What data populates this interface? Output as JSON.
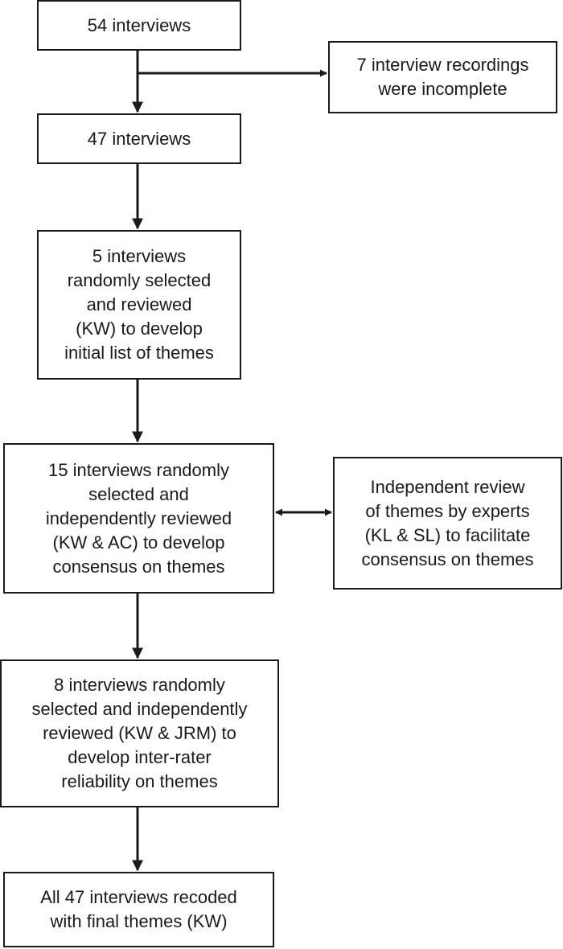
{
  "flowchart": {
    "nodes": [
      {
        "id": "n1",
        "lines": [
          "54 interviews"
        ]
      },
      {
        "id": "n2",
        "lines": [
          "7 interview recordings",
          "were incomplete"
        ]
      },
      {
        "id": "n3",
        "lines": [
          "47 interviews"
        ]
      },
      {
        "id": "n4",
        "lines": [
          "5 interviews",
          "randomly selected",
          "and reviewed",
          "(KW) to develop",
          "initial list of themes"
        ]
      },
      {
        "id": "n5",
        "lines": [
          "15 interviews randomly",
          "selected and",
          "independently reviewed",
          "(KW & AC) to develop",
          "consensus on themes"
        ]
      },
      {
        "id": "n6",
        "lines": [
          "Independent review",
          "of themes by experts",
          "(KL & SL) to facilitate",
          "consensus on themes"
        ]
      },
      {
        "id": "n7",
        "lines": [
          "8 interviews randomly",
          "selected and independently",
          "reviewed (KW & JRM) to",
          "develop inter-rater",
          "reliability on themes"
        ]
      },
      {
        "id": "n8",
        "lines": [
          "All 47 interviews recoded",
          "with final themes (KW)"
        ]
      }
    ],
    "edges": [
      {
        "from": "n1",
        "to": "n3",
        "style": "single-arrow"
      },
      {
        "from": "n1",
        "to": "n2",
        "style": "branch-arrow"
      },
      {
        "from": "n3",
        "to": "n4",
        "style": "single-arrow"
      },
      {
        "from": "n4",
        "to": "n5",
        "style": "single-arrow"
      },
      {
        "from": "n5",
        "to": "n6",
        "style": "double-arrow"
      },
      {
        "from": "n5",
        "to": "n7",
        "style": "single-arrow"
      },
      {
        "from": "n7",
        "to": "n8",
        "style": "single-arrow"
      }
    ]
  }
}
